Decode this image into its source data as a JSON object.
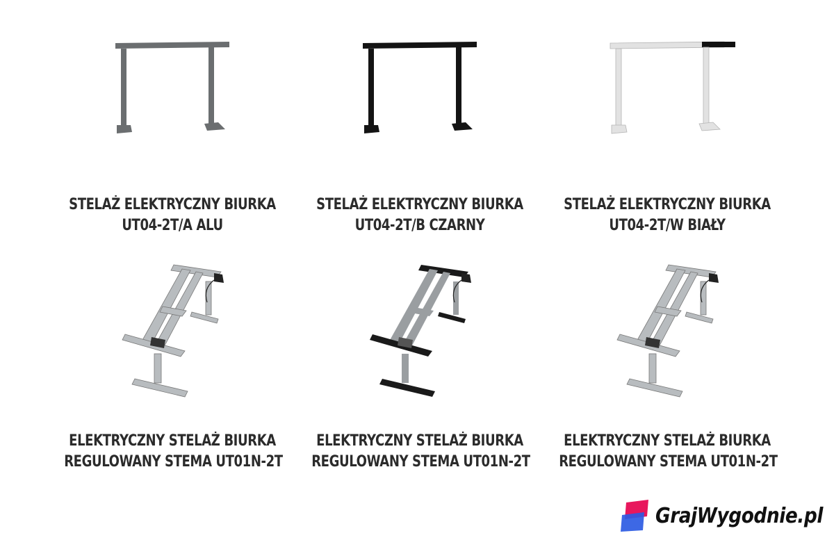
{
  "products": [
    {
      "line1": "STELAŻ ELEKTRYCZNY BIURKA",
      "line2": "UT04-2T/A ALU",
      "frame_color": "#6b6e70",
      "icon": "standing-desk-frame-icon"
    },
    {
      "line1": "STELAŻ ELEKTRYCZNY BIURKA",
      "line2": "UT04-2T/B CZARNY",
      "frame_color": "#141414",
      "icon": "standing-desk-frame-icon"
    },
    {
      "line1": "STELAŻ ELEKTRYCZNY BIURKA",
      "line2": "UT04-2T/W BIAŁY",
      "frame_color": "#e2e2e2",
      "icon": "standing-desk-frame-icon"
    },
    {
      "line1": "ELEKTRYCZNY STELAŻ BIURKA",
      "line2": "REGULOWANY STEMA UT01N-2T",
      "frame_color": "#b8bcbf",
      "icon": "desk-frame-perspective-icon"
    },
    {
      "line1": "ELEKTRYCZNY STELAŻ BIURKA",
      "line2": "REGULOWANY STEMA UT01N-2T",
      "frame_color": "#1a1a1a",
      "icon": "desk-frame-perspective-icon"
    },
    {
      "line1": "ELEKTRYCZNY STELAŻ BIURKA",
      "line2": "REGULOWANY STEMA UT01N-2T",
      "frame_color": "#b8bcbf",
      "icon": "desk-frame-perspective-icon"
    }
  ],
  "brand": {
    "name": "GrajWygodnie.pl",
    "logo_icon": "grajwygodnie-logo-icon",
    "logo_colors": [
      "#e8175d",
      "#2d5be3"
    ]
  }
}
